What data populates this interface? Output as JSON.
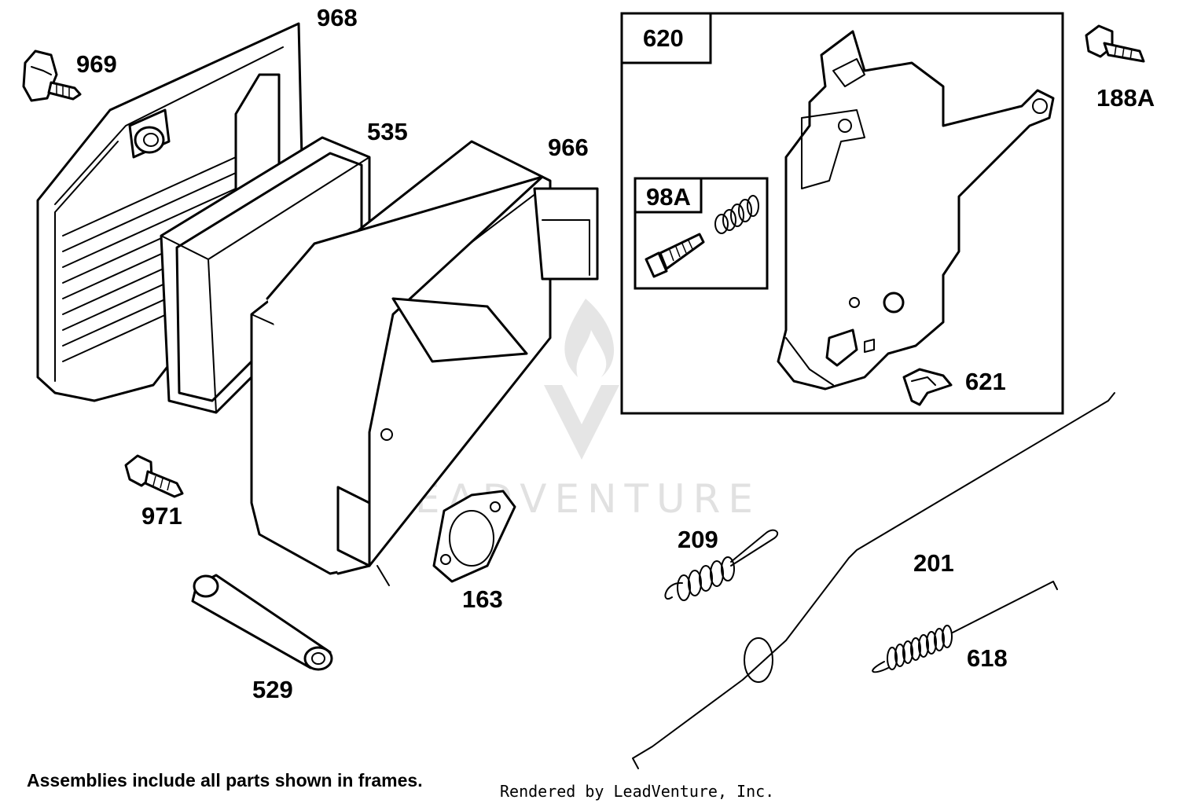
{
  "parts": {
    "p968": "968",
    "p969": "969",
    "p535": "535",
    "p966": "966",
    "p620": "620",
    "p98A": "98A",
    "p188A": "188A",
    "p621": "621",
    "p971": "971",
    "p163": "163",
    "p209": "209",
    "p201": "201",
    "p618": "618",
    "p529": "529"
  },
  "watermark": {
    "text": "LEADVENTURE",
    "color": "#c9c9c9"
  },
  "footer": {
    "note": "Assemblies include all parts shown in frames.",
    "credit": "Rendered by LeadVenture, Inc."
  }
}
